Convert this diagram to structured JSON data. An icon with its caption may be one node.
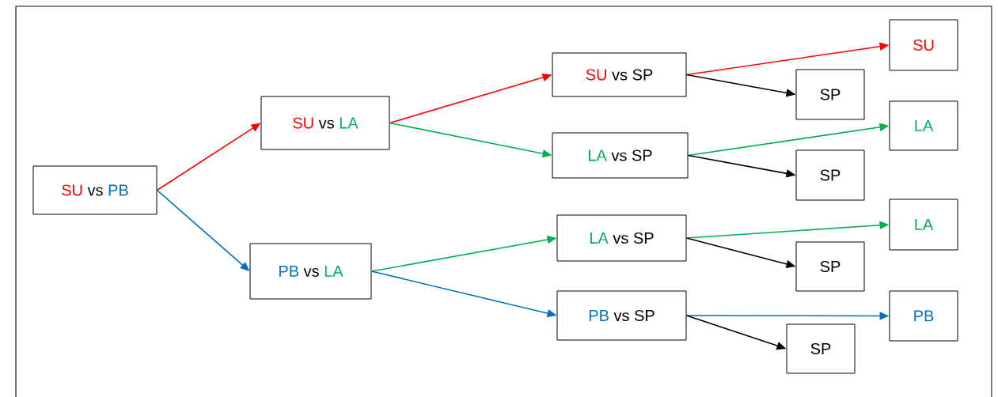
{
  "diagram": {
    "nodes": [
      {
        "text": [
          "SU",
          "vs",
          "PB"
        ]
      },
      {
        "text": [
          "SU",
          "vs",
          "LA"
        ]
      },
      {
        "text": [
          "PB",
          "vs",
          "LA"
        ]
      },
      {
        "text": [
          "SU",
          "vs",
          "SP"
        ]
      },
      {
        "text": [
          "LA",
          "vs",
          "SP"
        ]
      },
      {
        "text": [
          "LA",
          "vs",
          "SP"
        ]
      },
      {
        "text": [
          "PB",
          "vs",
          "SP"
        ]
      },
      {
        "text": [
          "SU"
        ]
      },
      {
        "text": [
          "SP"
        ]
      },
      {
        "text": [
          "LA"
        ]
      },
      {
        "text": [
          "SP"
        ]
      },
      {
        "text": [
          "LA"
        ]
      },
      {
        "text": [
          "SP"
        ]
      },
      {
        "text": [
          "PB"
        ]
      },
      {
        "text": [
          "SP"
        ]
      }
    ],
    "edges": [
      {
        "from": 0,
        "to": 1,
        "arrow": "to",
        "color": "#ff0000"
      },
      {
        "from": 0,
        "to": 2,
        "arrow": "to",
        "color": "#0070c0"
      },
      {
        "from": 1,
        "to": 3,
        "arrow": "to",
        "color": "#ff0000"
      },
      {
        "from": 1,
        "to": 4,
        "arrow": "to",
        "color": "#00b050"
      },
      {
        "from": 2,
        "to": 5,
        "arrow": "to",
        "color": "#00b050"
      },
      {
        "from": 2,
        "to": 6,
        "arrow": "to",
        "color": "#0070c0"
      },
      {
        "from": 3,
        "to": 7,
        "arrow": "to",
        "color": "#ff0000"
      },
      {
        "from": 3,
        "to": 8,
        "arrow": "to",
        "color": "#000000"
      },
      {
        "from": 4,
        "to": 9,
        "arrow": "to",
        "color": "#00b050"
      },
      {
        "from": 4,
        "to": 10,
        "arrow": "to",
        "color": "#000000"
      },
      {
        "from": 5,
        "to": 11,
        "arrow": "to",
        "color": "#00b050"
      },
      {
        "from": 5,
        "to": 12,
        "arrow": "to",
        "color": "#000000"
      },
      {
        "from": 6,
        "to": 13,
        "arrow": "to",
        "color": "#0070c0"
      },
      {
        "from": 6,
        "to": 14,
        "arrow": "to",
        "color": "#000000"
      }
    ]
  }
}
